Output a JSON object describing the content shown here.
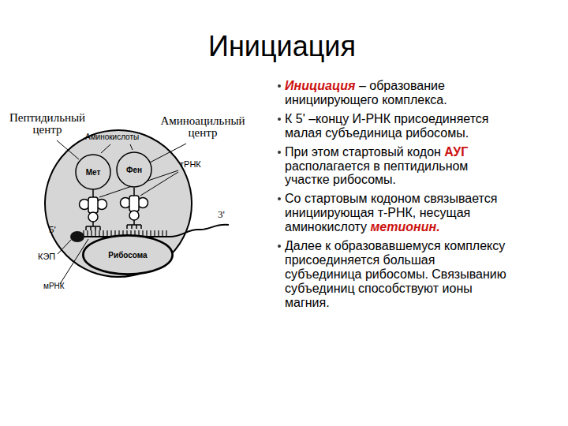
{
  "diagram": {
    "title": "Инициация",
    "nodes": [
      {
        "text": [
          "Мет"
        ]
      },
      {
        "text": [
          "Фен"
        ]
      },
      {
        "text": [
          "Рибосома"
        ]
      }
    ],
    "labels": [
      "Пептидильный центр",
      "Аминоацильный центр",
      "Аминокислоты",
      "тРНК",
      "5'",
      "3'",
      "КЭП",
      "мРНК",
      "Инициация",
      "– образование инициирующего комплекса.",
      "К 5' –концу И-РНК присоединяется малая субъединица рибосомы.",
      "При этом стартовый кодон",
      "АУГ",
      "располагается в пептидильном участке рибосомы.",
      "Со стартовым кодоном связывается инициирующая т-РНК, несущая аминокислоту",
      "метионин.",
      "Далее к образовавшемуся комплексу присоединяется большая субъединица рибосомы. Связыванию субъединиц способствуют ионы магния."
    ]
  }
}
